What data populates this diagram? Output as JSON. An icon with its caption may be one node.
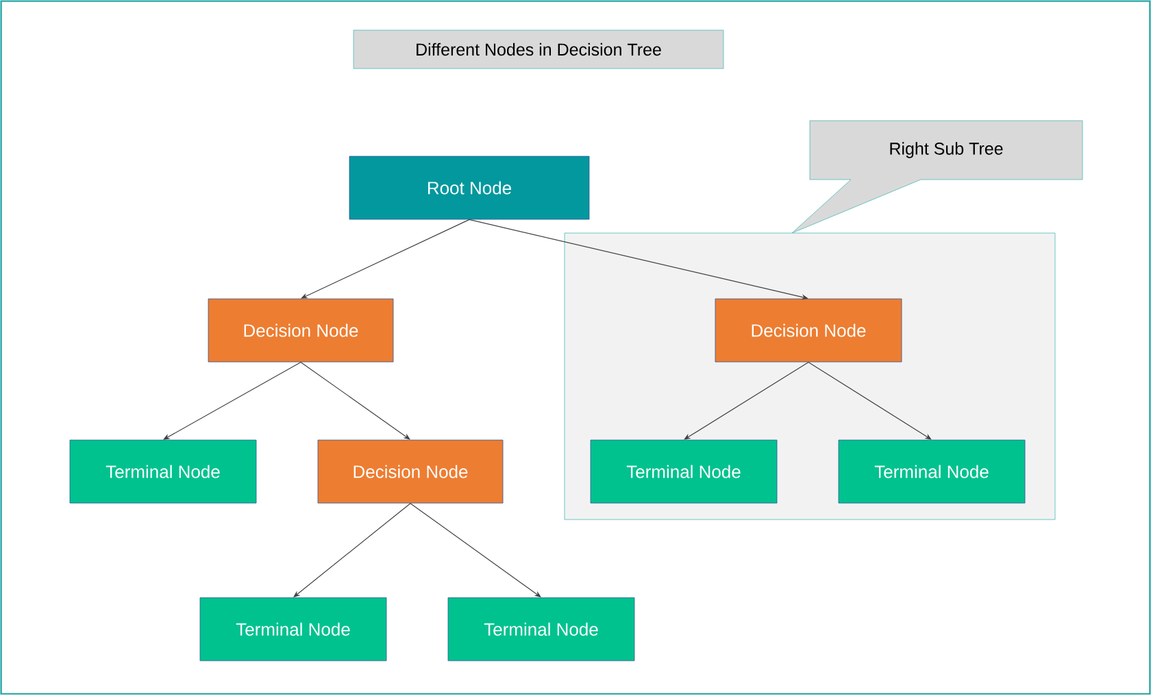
{
  "diagram": {
    "title": "Different Nodes in Decision Tree",
    "nodes": [
      {
        "text": [
          "Root Node"
        ]
      },
      {
        "text": [
          "Right Sub Tree"
        ]
      },
      {
        "text": [],
        "shape": "box"
      },
      {
        "text": [
          "Decision Node"
        ]
      },
      {
        "text": [
          "Decision Node"
        ],
        "in": 2
      },
      {
        "text": [
          "Terminal Node"
        ]
      },
      {
        "text": [
          "Decision Node"
        ]
      },
      {
        "text": [
          "Terminal Node"
        ],
        "in": 2
      },
      {
        "text": [
          "Terminal Node"
        ],
        "in": 2
      },
      {
        "text": [
          "Terminal Node"
        ]
      },
      {
        "text": [
          "Terminal Node"
        ]
      }
    ],
    "edges": [
      {
        "from": 0,
        "to": 3,
        "arrow": "to"
      },
      {
        "from": 0,
        "to": 4,
        "arrow": "to"
      },
      {
        "from": 3,
        "to": 5,
        "arrow": "to"
      },
      {
        "from": 3,
        "to": 6,
        "arrow": "to"
      },
      {
        "from": 4,
        "to": 7,
        "arrow": "to"
      },
      {
        "from": 4,
        "to": 8,
        "arrow": "to"
      },
      {
        "from": 6,
        "to": 9,
        "arrow": "to"
      },
      {
        "from": 6,
        "to": 10,
        "arrow": "to"
      }
    ]
  }
}
